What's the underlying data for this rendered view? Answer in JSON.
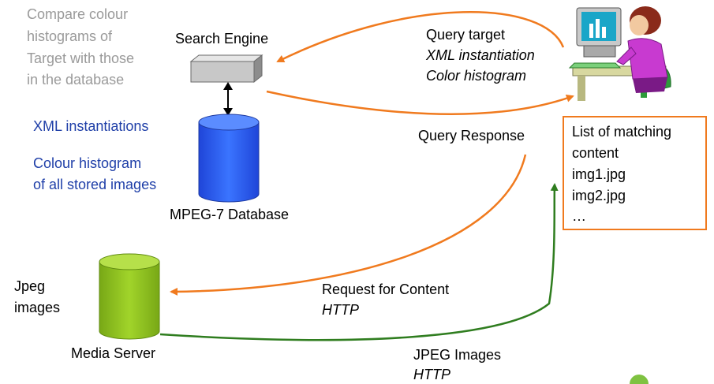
{
  "note": {
    "line1": "Compare colour",
    "line2": "histograms of",
    "line3": "Target with those",
    "line4": "in the database"
  },
  "search_engine": {
    "label": "Search Engine"
  },
  "database": {
    "label": "MPEG-7 Database",
    "text1": "XML instantiations",
    "text2a": "Colour histogram",
    "text2b": "of all stored images"
  },
  "query": {
    "line1": "Query target",
    "line2": "XML instantiation",
    "line3": "Color histogram"
  },
  "response": {
    "label": "Query Response"
  },
  "results": {
    "line1": "List of matching",
    "line2": "content",
    "item1": "img1.jpg",
    "item2": "img2.jpg",
    "item3": "…"
  },
  "media_server": {
    "label": "Media Server",
    "side1": "Jpeg",
    "side2": "images"
  },
  "request": {
    "line1": "Request for Content",
    "line2": "HTTP"
  },
  "jpeg": {
    "line1": "JPEG Images",
    "line2": "HTTP"
  },
  "colors": {
    "orange_arrow": "#f07a1e",
    "green_arrow": "#2f7d1f",
    "database_blue": "#2f63f0",
    "server_green": "#8fc21e",
    "label_blue": "#1f3fa8",
    "note_gray": "#9a9a9a"
  }
}
